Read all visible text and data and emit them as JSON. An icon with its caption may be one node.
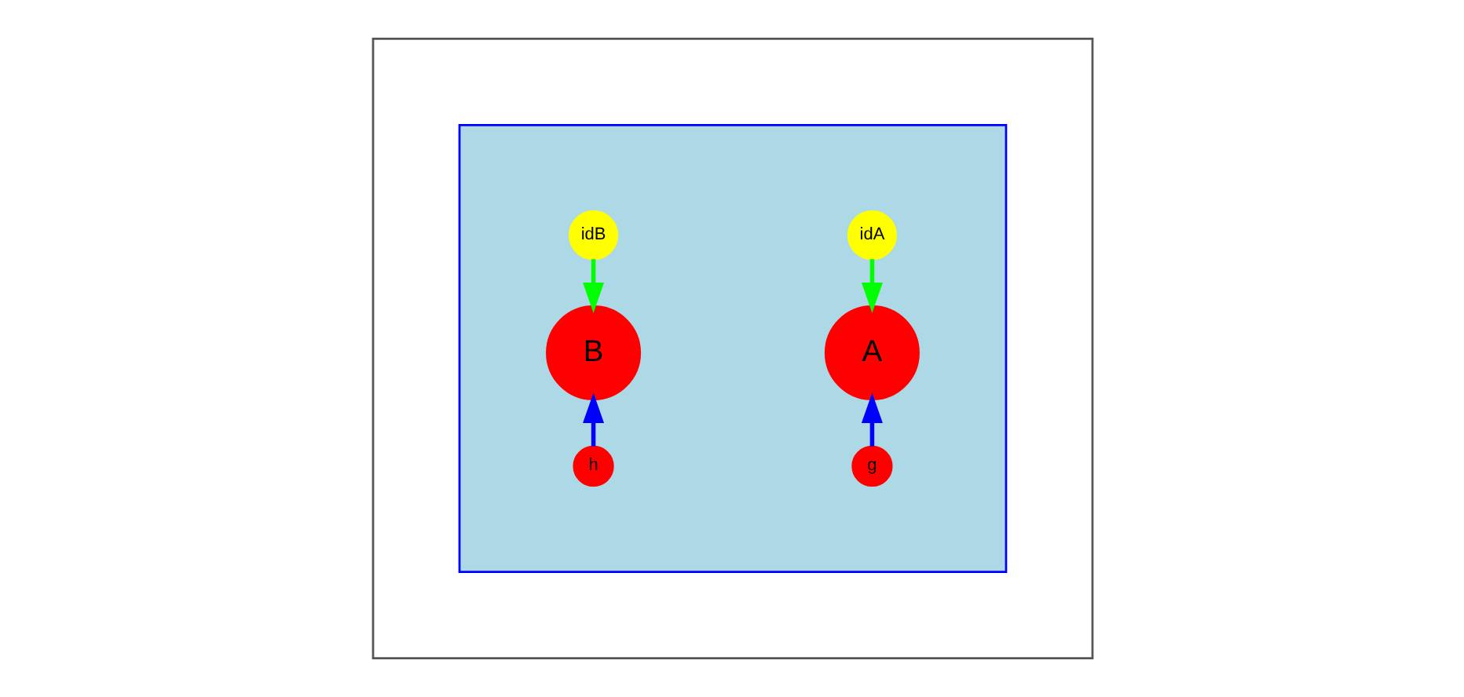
{
  "diagram": {
    "nodes": [
      {
        "text": [],
        "shape": "box"
      },
      {
        "text": [],
        "shape": "box",
        "in": 0
      },
      {
        "text": [
          "idA"
        ],
        "in": 1
      },
      {
        "text": [
          "A"
        ],
        "in": 1
      },
      {
        "text": [
          "g"
        ],
        "in": 1
      },
      {
        "text": [
          "idB"
        ],
        "in": 1
      },
      {
        "text": [
          "B"
        ],
        "in": 1
      },
      {
        "text": [
          "h"
        ],
        "in": 1
      }
    ],
    "edges": [
      {
        "from": 2,
        "to": 3,
        "arrow": "to",
        "color": "#00ff00"
      },
      {
        "from": 4,
        "to": 3,
        "arrow": "to",
        "color": "#0000ff"
      },
      {
        "from": 5,
        "to": 6,
        "arrow": "to",
        "color": "#00ff00"
      },
      {
        "from": 7,
        "to": 6,
        "arrow": "to",
        "color": "#0000ff"
      }
    ]
  }
}
